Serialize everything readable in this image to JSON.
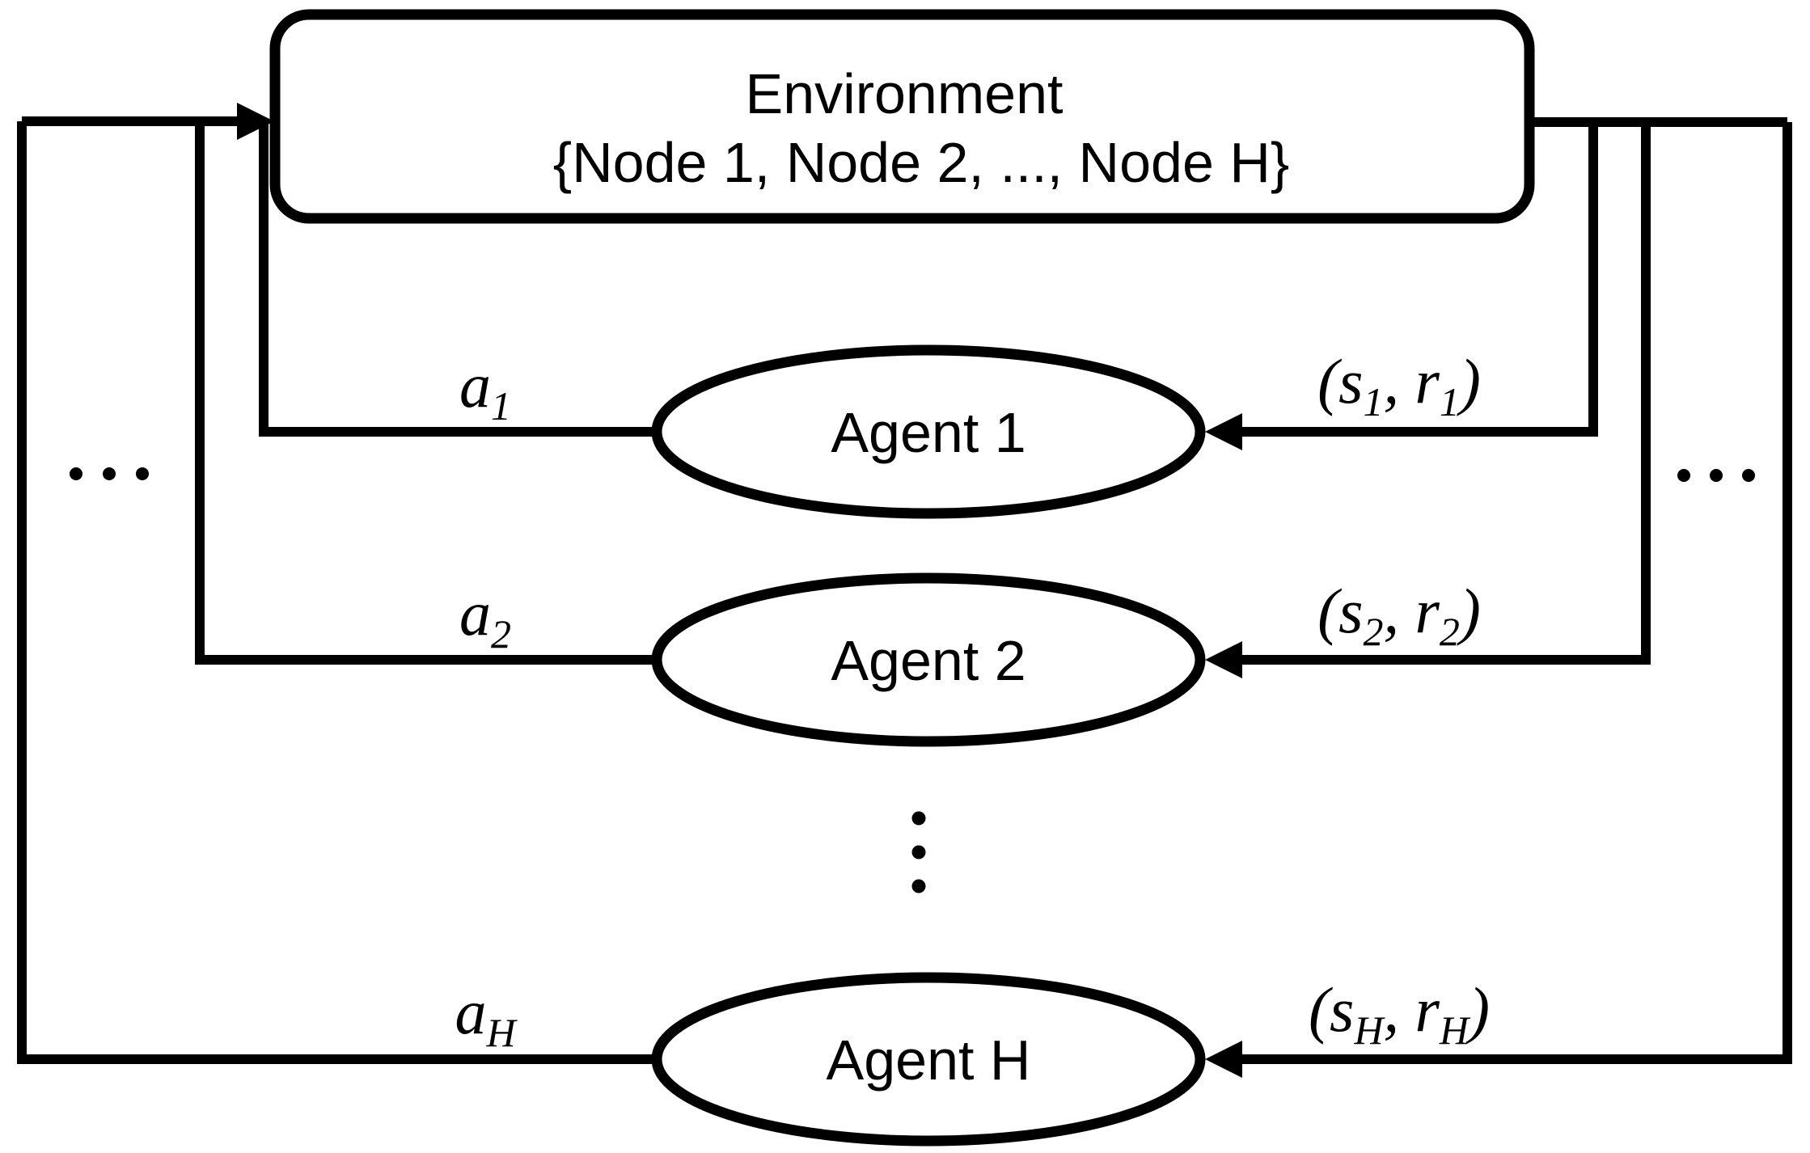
{
  "diagram": {
    "environment": {
      "title": "Environment",
      "subtitle": "{Node 1, Node 2, ..., Node H}"
    },
    "agents": [
      {
        "name": "Agent 1",
        "action": [
          {
            "t": "a"
          },
          {
            "t": "1",
            "sub": true
          }
        ],
        "observation": [
          {
            "t": "(s"
          },
          {
            "t": "1",
            "sub": true
          },
          {
            "t": ", r"
          },
          {
            "t": "1",
            "sub": true
          },
          {
            "t": ")"
          }
        ]
      },
      {
        "name": "Agent 2",
        "action": [
          {
            "t": "a"
          },
          {
            "t": "2",
            "sub": true
          }
        ],
        "observation": [
          {
            "t": "(s"
          },
          {
            "t": "2",
            "sub": true
          },
          {
            "t": ", r"
          },
          {
            "t": "2",
            "sub": true
          },
          {
            "t": ")"
          }
        ]
      },
      {
        "name": "Agent H",
        "action": [
          {
            "t": "a"
          },
          {
            "t": "H",
            "sub": true
          }
        ],
        "observation": [
          {
            "t": "(s"
          },
          {
            "t": "H",
            "sub": true
          },
          {
            "t": ", r"
          },
          {
            "t": "H",
            "sub": true
          },
          {
            "t": ")"
          }
        ]
      }
    ],
    "ellipsis": {
      "left": "...",
      "right": "...",
      "vertical": "⋮"
    },
    "colors": {
      "stroke": "#000000",
      "background": "#ffffff"
    }
  }
}
